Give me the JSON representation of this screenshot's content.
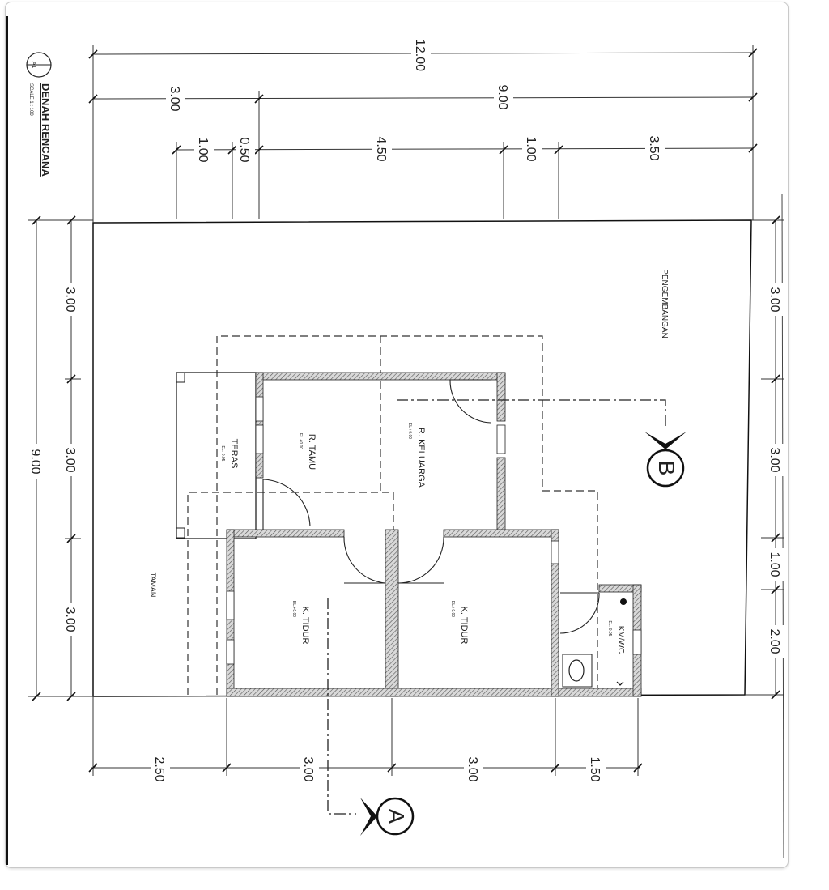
{
  "drawing": {
    "title": "DENAH RENCANA",
    "scale": "SCALE 1 : 100",
    "title_marker": "A1"
  },
  "dimensions": {
    "top_total": "12.00",
    "top_split": [
      "3.00",
      "9.00"
    ],
    "top_detail": [
      "1.00",
      "0.50",
      "4.50",
      "1.00",
      "3.50"
    ],
    "left_total": "9.00",
    "left_split": [
      "3.00",
      "3.00",
      "3.00"
    ],
    "right_split": [
      "3.00",
      "3.00",
      "1.00",
      "2.00"
    ],
    "bottom_split": [
      "2.50",
      "3.00",
      "3.00",
      "1.50"
    ]
  },
  "rooms": {
    "teras": {
      "name": "TERAS",
      "elev": "EL.-0.05"
    },
    "tamu": {
      "name": "R. TAMU",
      "elev": "EL.+0.00"
    },
    "keluarga": {
      "name": "R. KELUARGA",
      "elev": "EL.+0.00"
    },
    "tidur1": {
      "name": "K. TIDUR",
      "elev": "EL.+0.00"
    },
    "tidur2": {
      "name": "K. TIDUR",
      "elev": "EL.+0.00"
    },
    "kmwc": {
      "name": "KM/WC",
      "elev": "EL.-0.05"
    }
  },
  "areas": {
    "pengembangan": "PENGEMBANGAN",
    "taman": "TAMAN"
  },
  "sections": {
    "a": "A",
    "b": "B"
  }
}
